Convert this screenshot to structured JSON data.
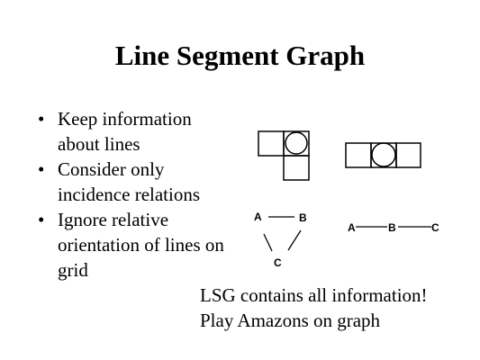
{
  "slide": {
    "title": "Line Segment Graph",
    "bullets": [
      "Keep information about lines",
      "Consider only incidence relations",
      "Ignore relative orientation of lines on grid"
    ],
    "graph1_labels": {
      "a": "A",
      "b": "B",
      "c": "C"
    },
    "graph2_labels": {
      "a": "A",
      "b": "B",
      "c": "C"
    },
    "summary": [
      "LSG contains all information!",
      "Play Amazons on graph"
    ]
  }
}
